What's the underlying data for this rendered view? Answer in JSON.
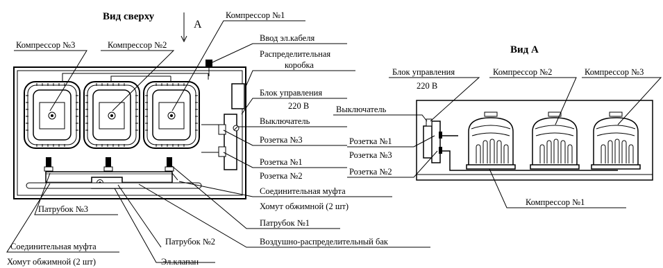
{
  "top_view": {
    "title": "Вид сверху",
    "arrow_label": "А",
    "labels": {
      "compressor_3": "Компрессор №3",
      "compressor_2": "Компрессор №2",
      "compressor_1": "Компрессор №1",
      "cable_input": "Ввод эл.кабеля",
      "junction_box_1": "Распределительная",
      "junction_box_2": "коробка",
      "control_unit_1": "Блок управления",
      "control_unit_2": "220 В",
      "switch": "Выключатель",
      "socket_3": "Розетка №3",
      "socket_1": "Розетка №1",
      "socket_2": "Розетка №2",
      "coupling_right": "Соединительная муфта",
      "clamp_right": "Хомут обжимной (2 шт)",
      "nozzle_3": "Патрубок №3",
      "nozzle_1": "Патрубок №1",
      "nozzle_2": "Патрубок №2",
      "air_tank": "Воздушно-распределительный бак",
      "coupling_left": "Соединительная муфта",
      "clamp_left": "Хомут обжимной (2 шт)",
      "valve": "Эл.клапан"
    }
  },
  "view_a": {
    "title": "Вид А",
    "labels": {
      "control_unit_1": "Блок управления",
      "control_unit_2": "220 В",
      "compressor_2": "Компрессор №2",
      "compressor_3": "Компрессор №3",
      "switch": "Выключатель",
      "socket_1": "Розетка №1",
      "socket_3": "Розетка №3",
      "socket_2": "Розетка №2",
      "compressor_1": "Компрессор №1"
    }
  }
}
